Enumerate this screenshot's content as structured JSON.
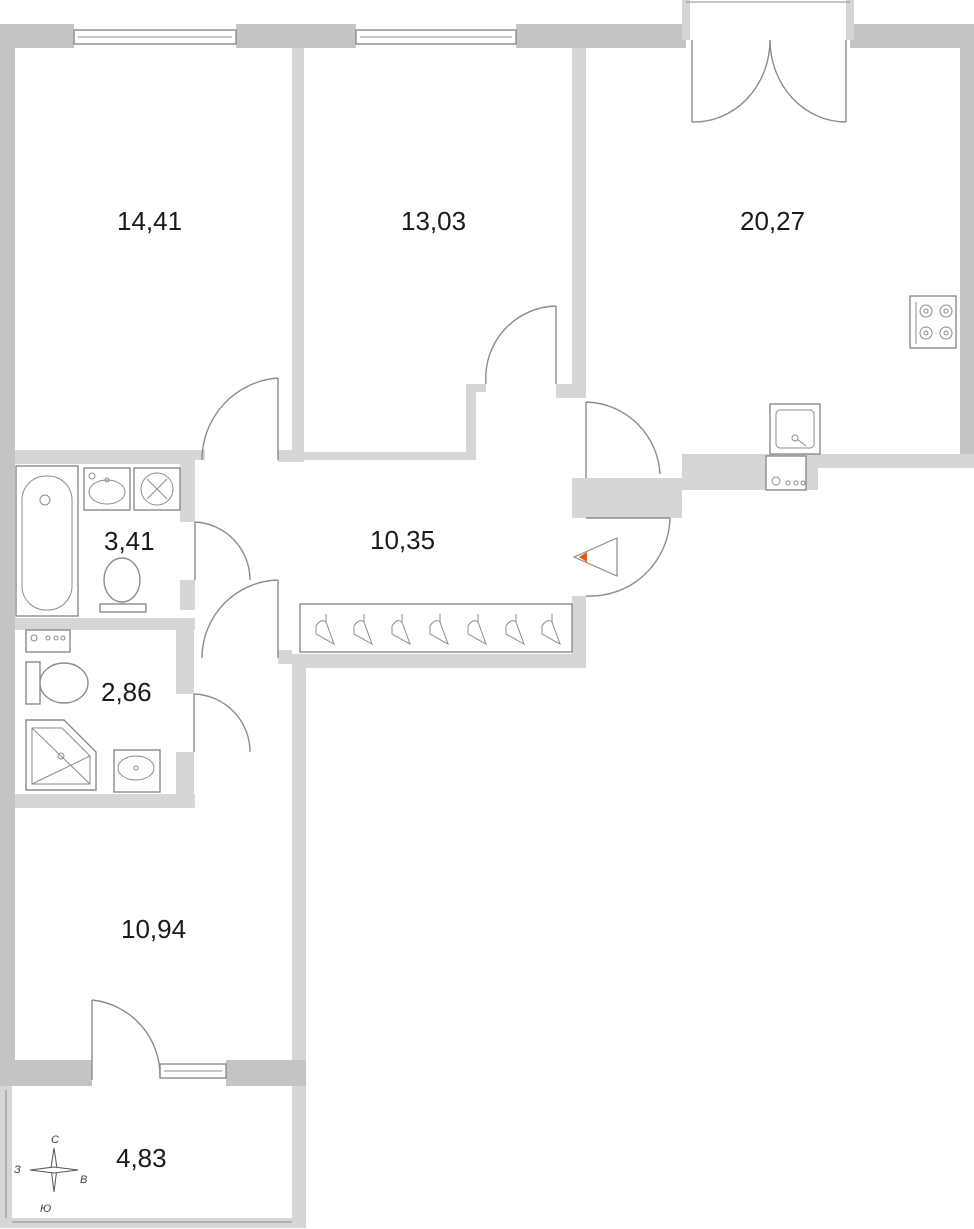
{
  "rooms": {
    "bedroom_left": {
      "area": "14,41"
    },
    "bedroom_middle": {
      "area": "13,03"
    },
    "kitchen_living": {
      "area": "20,27"
    },
    "bathroom": {
      "area": "3,41"
    },
    "hall": {
      "area": "10,35"
    },
    "wc_shower": {
      "area": "2,86"
    },
    "bedroom_bottom": {
      "area": "10,94"
    },
    "balcony": {
      "area": "4,83"
    }
  },
  "compass": {
    "north": "С",
    "south": "Ю",
    "west": "З",
    "east": "В"
  },
  "colors": {
    "wall_exterior": "#c4c4c4",
    "wall_interior": "#d6d6d6",
    "line": "#8c8c8c",
    "entrance_marker": "#e05a1e"
  }
}
